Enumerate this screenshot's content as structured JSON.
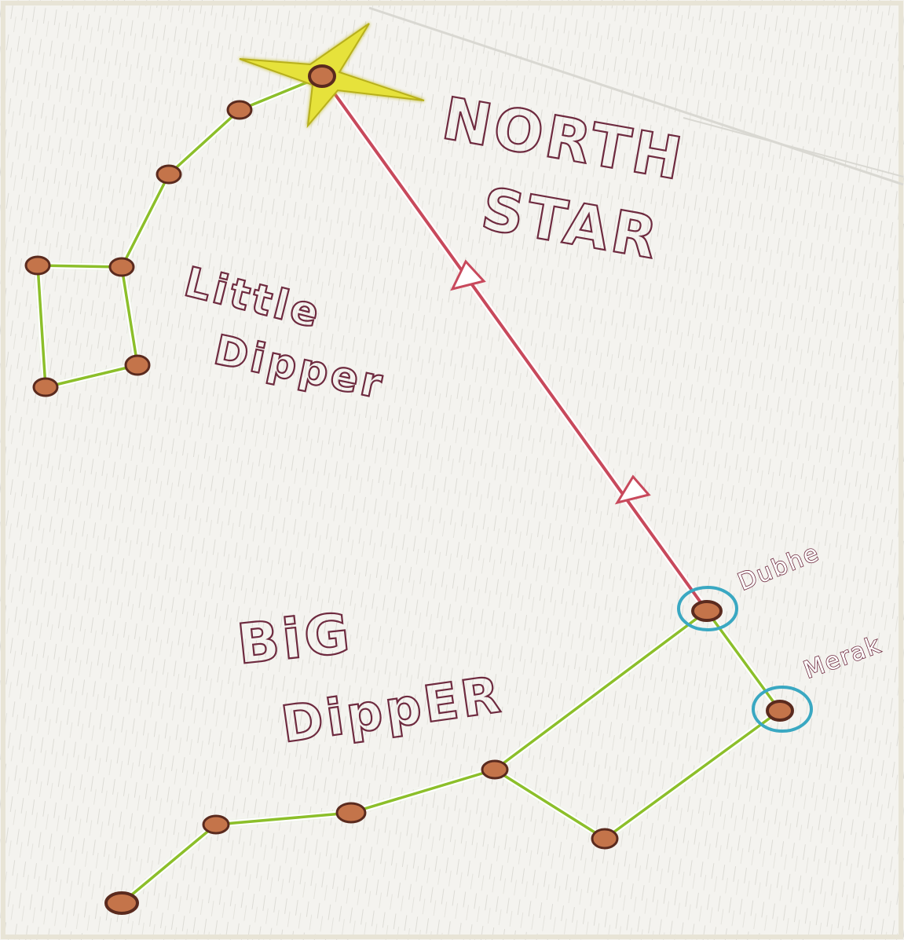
{
  "labels": {
    "north_star": [
      "NORTH",
      "STAR"
    ],
    "little_dipper": [
      "Little",
      "Dipper"
    ],
    "big_dipper": [
      "BiG",
      "DippER"
    ],
    "dubhe": "Dubhe",
    "merak": "Merak"
  },
  "colors": {
    "paper": "#f4f3ef",
    "constellation_line": "#8cbf2a",
    "pointer_line": "#c8495c",
    "star_fill": "#c4744a",
    "star_outline": "#5a2a1e",
    "north_star_glow": "#e6e23a",
    "highlight_ring": "#3aa8c2",
    "label_ink": "#6e2a3f"
  }
}
